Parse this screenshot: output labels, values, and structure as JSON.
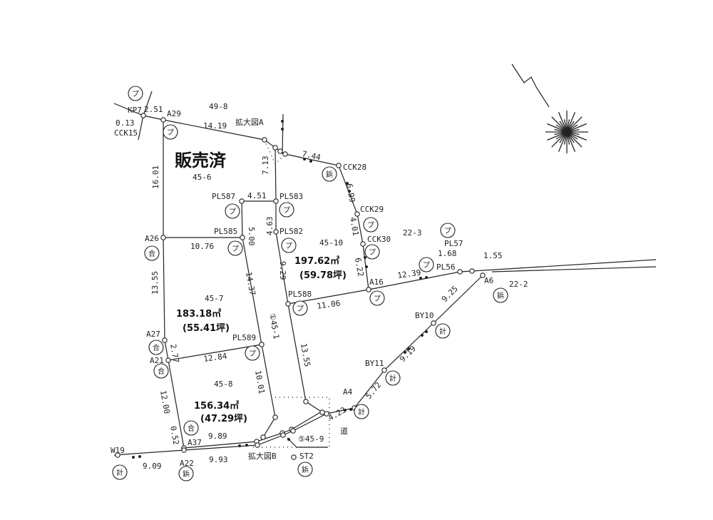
{
  "title": "販売済",
  "marks": {
    "pu": "プ",
    "go": "合",
    "byo": "鋲",
    "kei": "計"
  },
  "labels": {
    "kp7": "KP7",
    "d251": "2.51",
    "a29": "A29",
    "d013": "0.13",
    "cck15": "CCK15",
    "p498": "49-8",
    "d1419": "14.19",
    "enlargeA": "拡大図A",
    "p456": "45-6",
    "d1601": "16.01",
    "d713": "7.13",
    "d744": "7.44",
    "cck28": "CCK28",
    "d699": "6.99",
    "pl587": "PL587",
    "d451": "4.51",
    "pl583": "PL583",
    "d500": "5.00",
    "d463": "4.63",
    "cck29": "CCK29",
    "d401": "4.01",
    "pl585": "PL585",
    "pl582": "PL582",
    "p4510": "45-10",
    "p223": "22-3",
    "a26": "A26",
    "d1076": "10.76",
    "cck30": "CCK30",
    "area4510": "197.62㎡",
    "tsubo4510": "(59.78坪)",
    "d929": "9.29",
    "d622": "6.22",
    "pl57": "PL57",
    "d168": "1.68",
    "d155": "1.55",
    "pl56": "PL56",
    "a16": "A16",
    "d1239": "12.39",
    "a6": "A6",
    "p222": "22-2",
    "d1355a": "13.55",
    "p457": "45-7",
    "d1437": "14.37",
    "pl588": "PL588",
    "d1106": "11.06",
    "area457": "183.18㎡",
    "tsubo457": "(55.41坪)",
    "p451": "①45-1",
    "d925": "9.25",
    "by10": "BY10",
    "a27": "A27",
    "d277": "2.77",
    "pl589": "PL589",
    "d1355b": "13.55",
    "a21": "A21",
    "d1284": "12.84",
    "d919": "9.19",
    "by11": "BY11",
    "p458": "45-8",
    "d1001": "10.01",
    "d1200": "12.00",
    "area458": "156.34㎡",
    "tsubo458": "(47.29坪)",
    "a4": "A4",
    "d572": "5.72",
    "d423": "4.23",
    "road": "道",
    "d052": "0.52",
    "d989": "9.89",
    "a37": "A37",
    "p459": "⑤45-9",
    "w19": "W19",
    "d909": "9.09",
    "d993": "9.93",
    "enlargeB": "拡大図B",
    "st2": "ST2",
    "a22": "A22"
  }
}
